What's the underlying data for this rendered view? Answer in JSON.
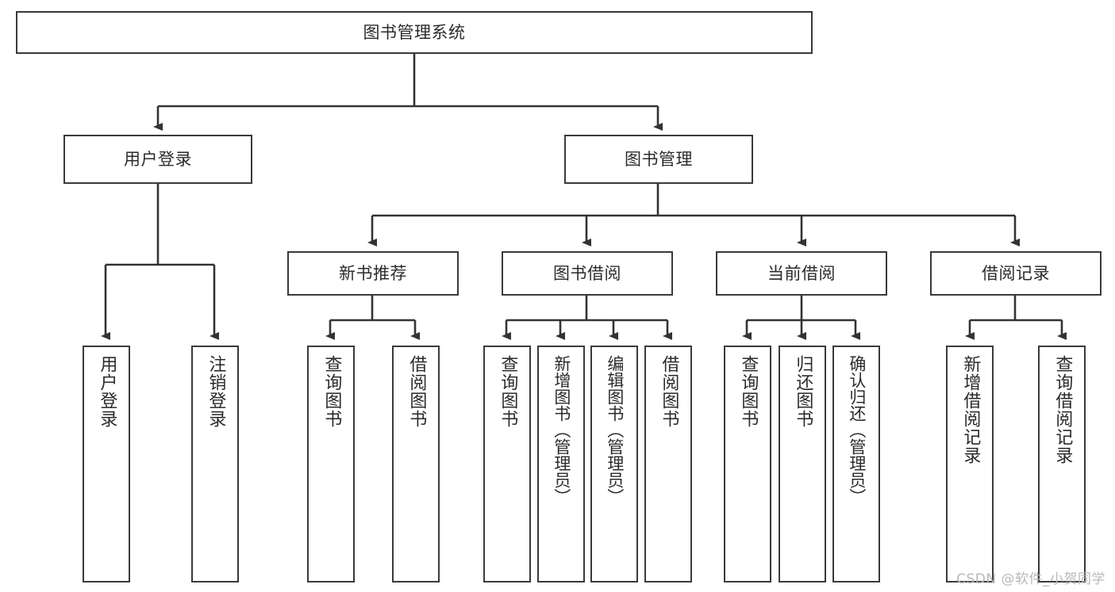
{
  "diagram": {
    "type": "tree-hierarchy",
    "orientation": "top-down",
    "title": "图书管理系统",
    "watermark": "CSDN @软件_小贺同学",
    "colors": {
      "box_border": "#3a3a3a",
      "box_fill": "#ffffff",
      "edge": "#333333",
      "text": "#2b2b2b",
      "watermark": "#b8b8b8",
      "background": "#ffffff"
    },
    "nodes": {
      "root": {
        "label": "图书管理系统"
      },
      "level2": [
        {
          "id": "user-login",
          "label": "用户登录"
        },
        {
          "id": "book-manage",
          "label": "图书管理"
        }
      ],
      "level3": [
        {
          "id": "new-book-rec",
          "label": "新书推荐"
        },
        {
          "id": "book-borrow",
          "label": "图书借阅"
        },
        {
          "id": "current-borrow",
          "label": "当前借阅"
        },
        {
          "id": "borrow-record",
          "label": "借阅记录"
        }
      ],
      "leaves": {
        "user-login": [
          {
            "id": "leaf-user-login",
            "label": "用户登录"
          },
          {
            "id": "leaf-logout-login",
            "label": "注销登录"
          }
        ],
        "new-book-rec": [
          {
            "id": "leaf-query-book-1",
            "label": "查询图书"
          },
          {
            "id": "leaf-borrow-book-1",
            "label": "借阅图书"
          }
        ],
        "book-borrow": [
          {
            "id": "leaf-query-book-2",
            "label": "查询图书"
          },
          {
            "id": "leaf-add-book",
            "label": "新增图书（管理员）"
          },
          {
            "id": "leaf-edit-book",
            "label": "编辑图书（管理员）"
          },
          {
            "id": "leaf-borrow-book-2",
            "label": "借阅图书"
          }
        ],
        "current-borrow": [
          {
            "id": "leaf-query-book-3",
            "label": "查询图书"
          },
          {
            "id": "leaf-return-book",
            "label": "归还图书"
          },
          {
            "id": "leaf-confirm-return",
            "label": "确认归还（管理员）"
          }
        ],
        "borrow-record": [
          {
            "id": "leaf-add-record",
            "label": "新增借阅记录"
          },
          {
            "id": "leaf-query-record",
            "label": "查询借阅记录"
          }
        ]
      }
    }
  }
}
